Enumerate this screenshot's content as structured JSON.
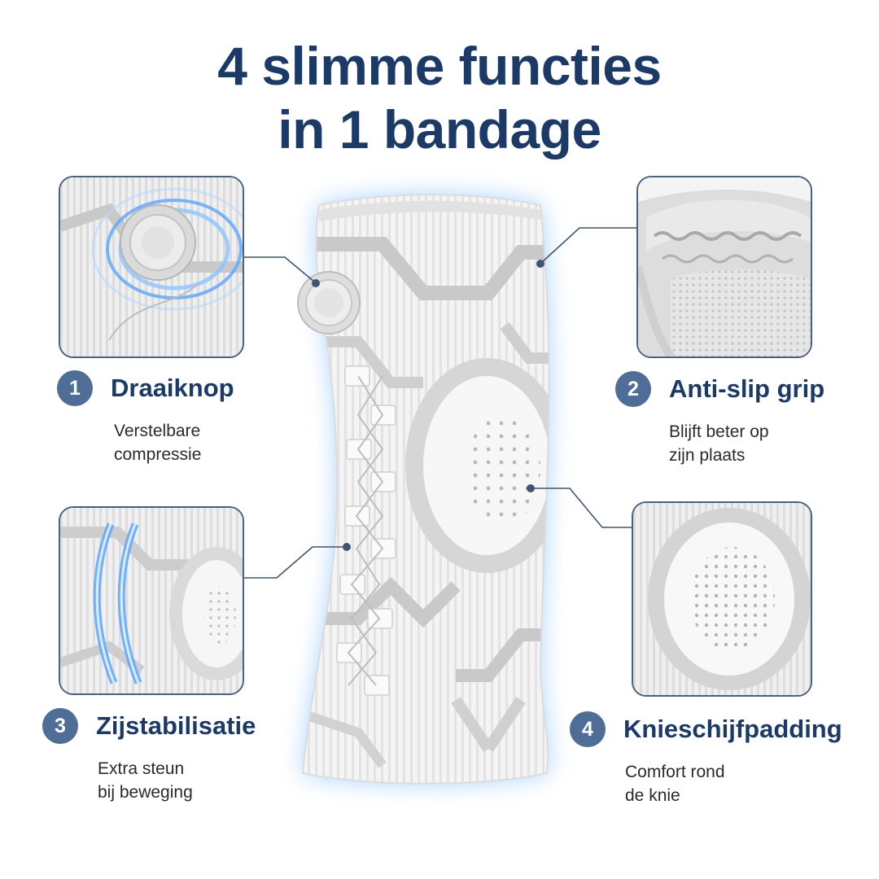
{
  "headline": {
    "line1": "4 slimme functies",
    "line2": "in 1 bandage"
  },
  "features": [
    {
      "number": "1",
      "title": "Draaiknop",
      "desc_line1": "Verstelbare",
      "desc_line2": "compressie",
      "icon": "dial-knob-photo"
    },
    {
      "number": "2",
      "title": "Anti-slip grip",
      "desc_line1": "Blijft beter op",
      "desc_line2": "zijn plaats",
      "icon": "grip-band-photo"
    },
    {
      "number": "3",
      "title": "Zijstabilisatie",
      "desc_line1": "Extra steun",
      "desc_line2": "bij beweging",
      "icon": "side-stabilizer-photo"
    },
    {
      "number": "4",
      "title": "Knieschijfpadding",
      "desc_line1": "Comfort rond",
      "desc_line2": "de knie",
      "icon": "kneecap-pad-photo"
    }
  ],
  "colors": {
    "navy": "#1c3a68",
    "badge": "#4e6e98",
    "frame": "#4b6181",
    "glow": "#7ab8ff"
  }
}
